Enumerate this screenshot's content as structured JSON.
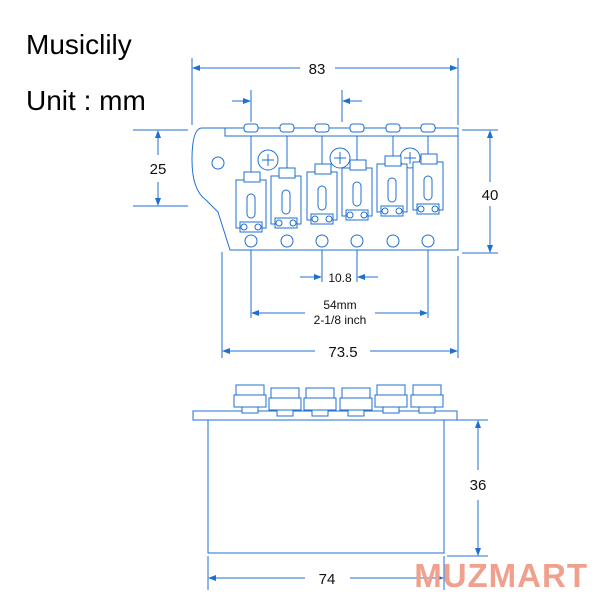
{
  "header": {
    "brand": "Musiclily",
    "unit": "Unit : mm"
  },
  "watermark": "MUZMART",
  "dimensions": {
    "top_width": "83",
    "left_height": "25",
    "right_height": "40",
    "spacing": "10.8",
    "string_span_mm": "54mm",
    "string_span_inch": "2-1/8 inch",
    "plate_width": "73.5",
    "block_height": "36",
    "block_width": "74"
  },
  "colors": {
    "line": "#1f6fd1",
    "watermark": "#f1a08d"
  }
}
